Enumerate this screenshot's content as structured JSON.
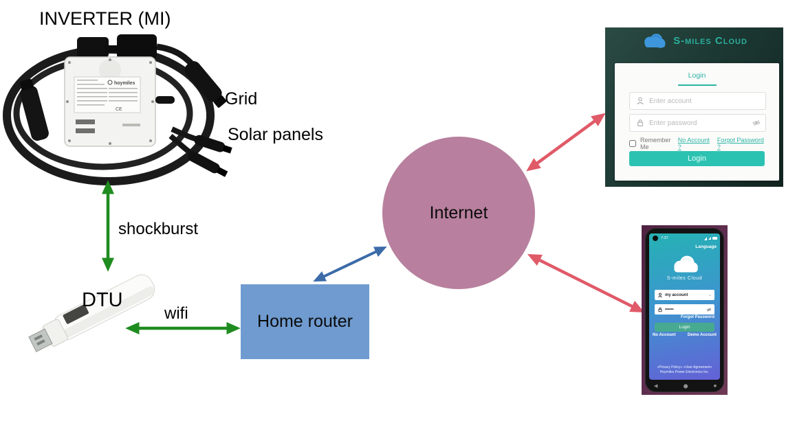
{
  "labels": {
    "inverter": "INVERTER (MI)",
    "grid": "Grid",
    "solar_panels": "Solar panels",
    "shockburst": "shockburst",
    "dtu": "DTU",
    "wifi": "wifi",
    "home_router": "Home router",
    "internet": "Internet"
  },
  "inverter_photo": {
    "brand": "hoymiles",
    "cert": "CE"
  },
  "cloud_login": {
    "brand": "S-miles Cloud",
    "tab_login": "Login",
    "account_placeholder": "Enter account",
    "password_placeholder": "Enter password",
    "remember_me": "Remember Me",
    "no_account_link": "No Account ?",
    "forgot_password_link": "Forgot Password ?",
    "login_button": "Login"
  },
  "phone": {
    "status_time": "7:37",
    "language": "Language",
    "brand": "S-miles Cloud",
    "account_value": "my account",
    "password_value": "••••••",
    "forgot_password": "Forgot Password",
    "login_button": "Login",
    "no_account": "No Account",
    "demo_account": "Demo Account",
    "footer_line1": "«Privacy Policy» «User Agreement»",
    "footer_line2": "Hoymiles Power Electronics Inc."
  },
  "colors": {
    "arrow_green": "#1f8c1f",
    "arrow_blue": "#3c6ba8",
    "arrow_red": "#e05a68",
    "internet_fill": "#b8809e",
    "router_fill": "#6f9bd0",
    "cloud_accent": "#2db3a3",
    "cloud_bg": "#1c3832",
    "phone_bg": "#5d2c4e"
  }
}
